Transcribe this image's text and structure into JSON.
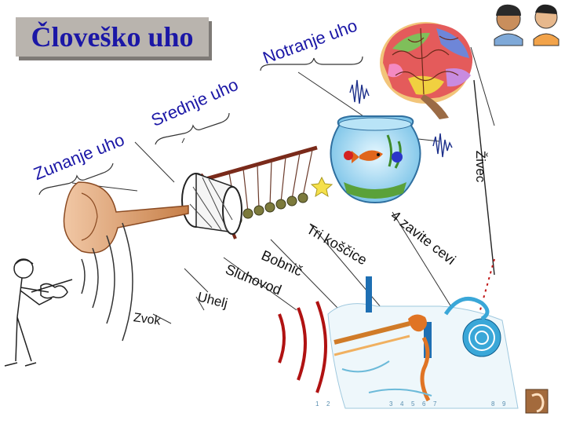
{
  "title": "Človeško uho",
  "labels": {
    "notranje_uho": "Notranje uho",
    "srednje_uho": "Srednje uho",
    "zunanje_uho": "Zunanje uho",
    "zivec": "Živec",
    "stiri_zavite_cevi": "4 zavite cevi",
    "tri_koscice": "Tri koščice",
    "bobnic": "Bobnič",
    "sluhovod": "Sluhovod",
    "uhelj": "Uhelj",
    "zvok": "Zvok"
  },
  "scale_numbers": [
    "1",
    "2",
    "3",
    "4",
    "5",
    "6",
    "7",
    "8",
    "9"
  ],
  "colors": {
    "title": "#1b17a6",
    "title_box": "#b9b4ae",
    "labels": "#1b17a6",
    "sound_waves": "#b01212",
    "nerve_signal": "#1c2f8a",
    "ear_canal": "#d07b28"
  }
}
